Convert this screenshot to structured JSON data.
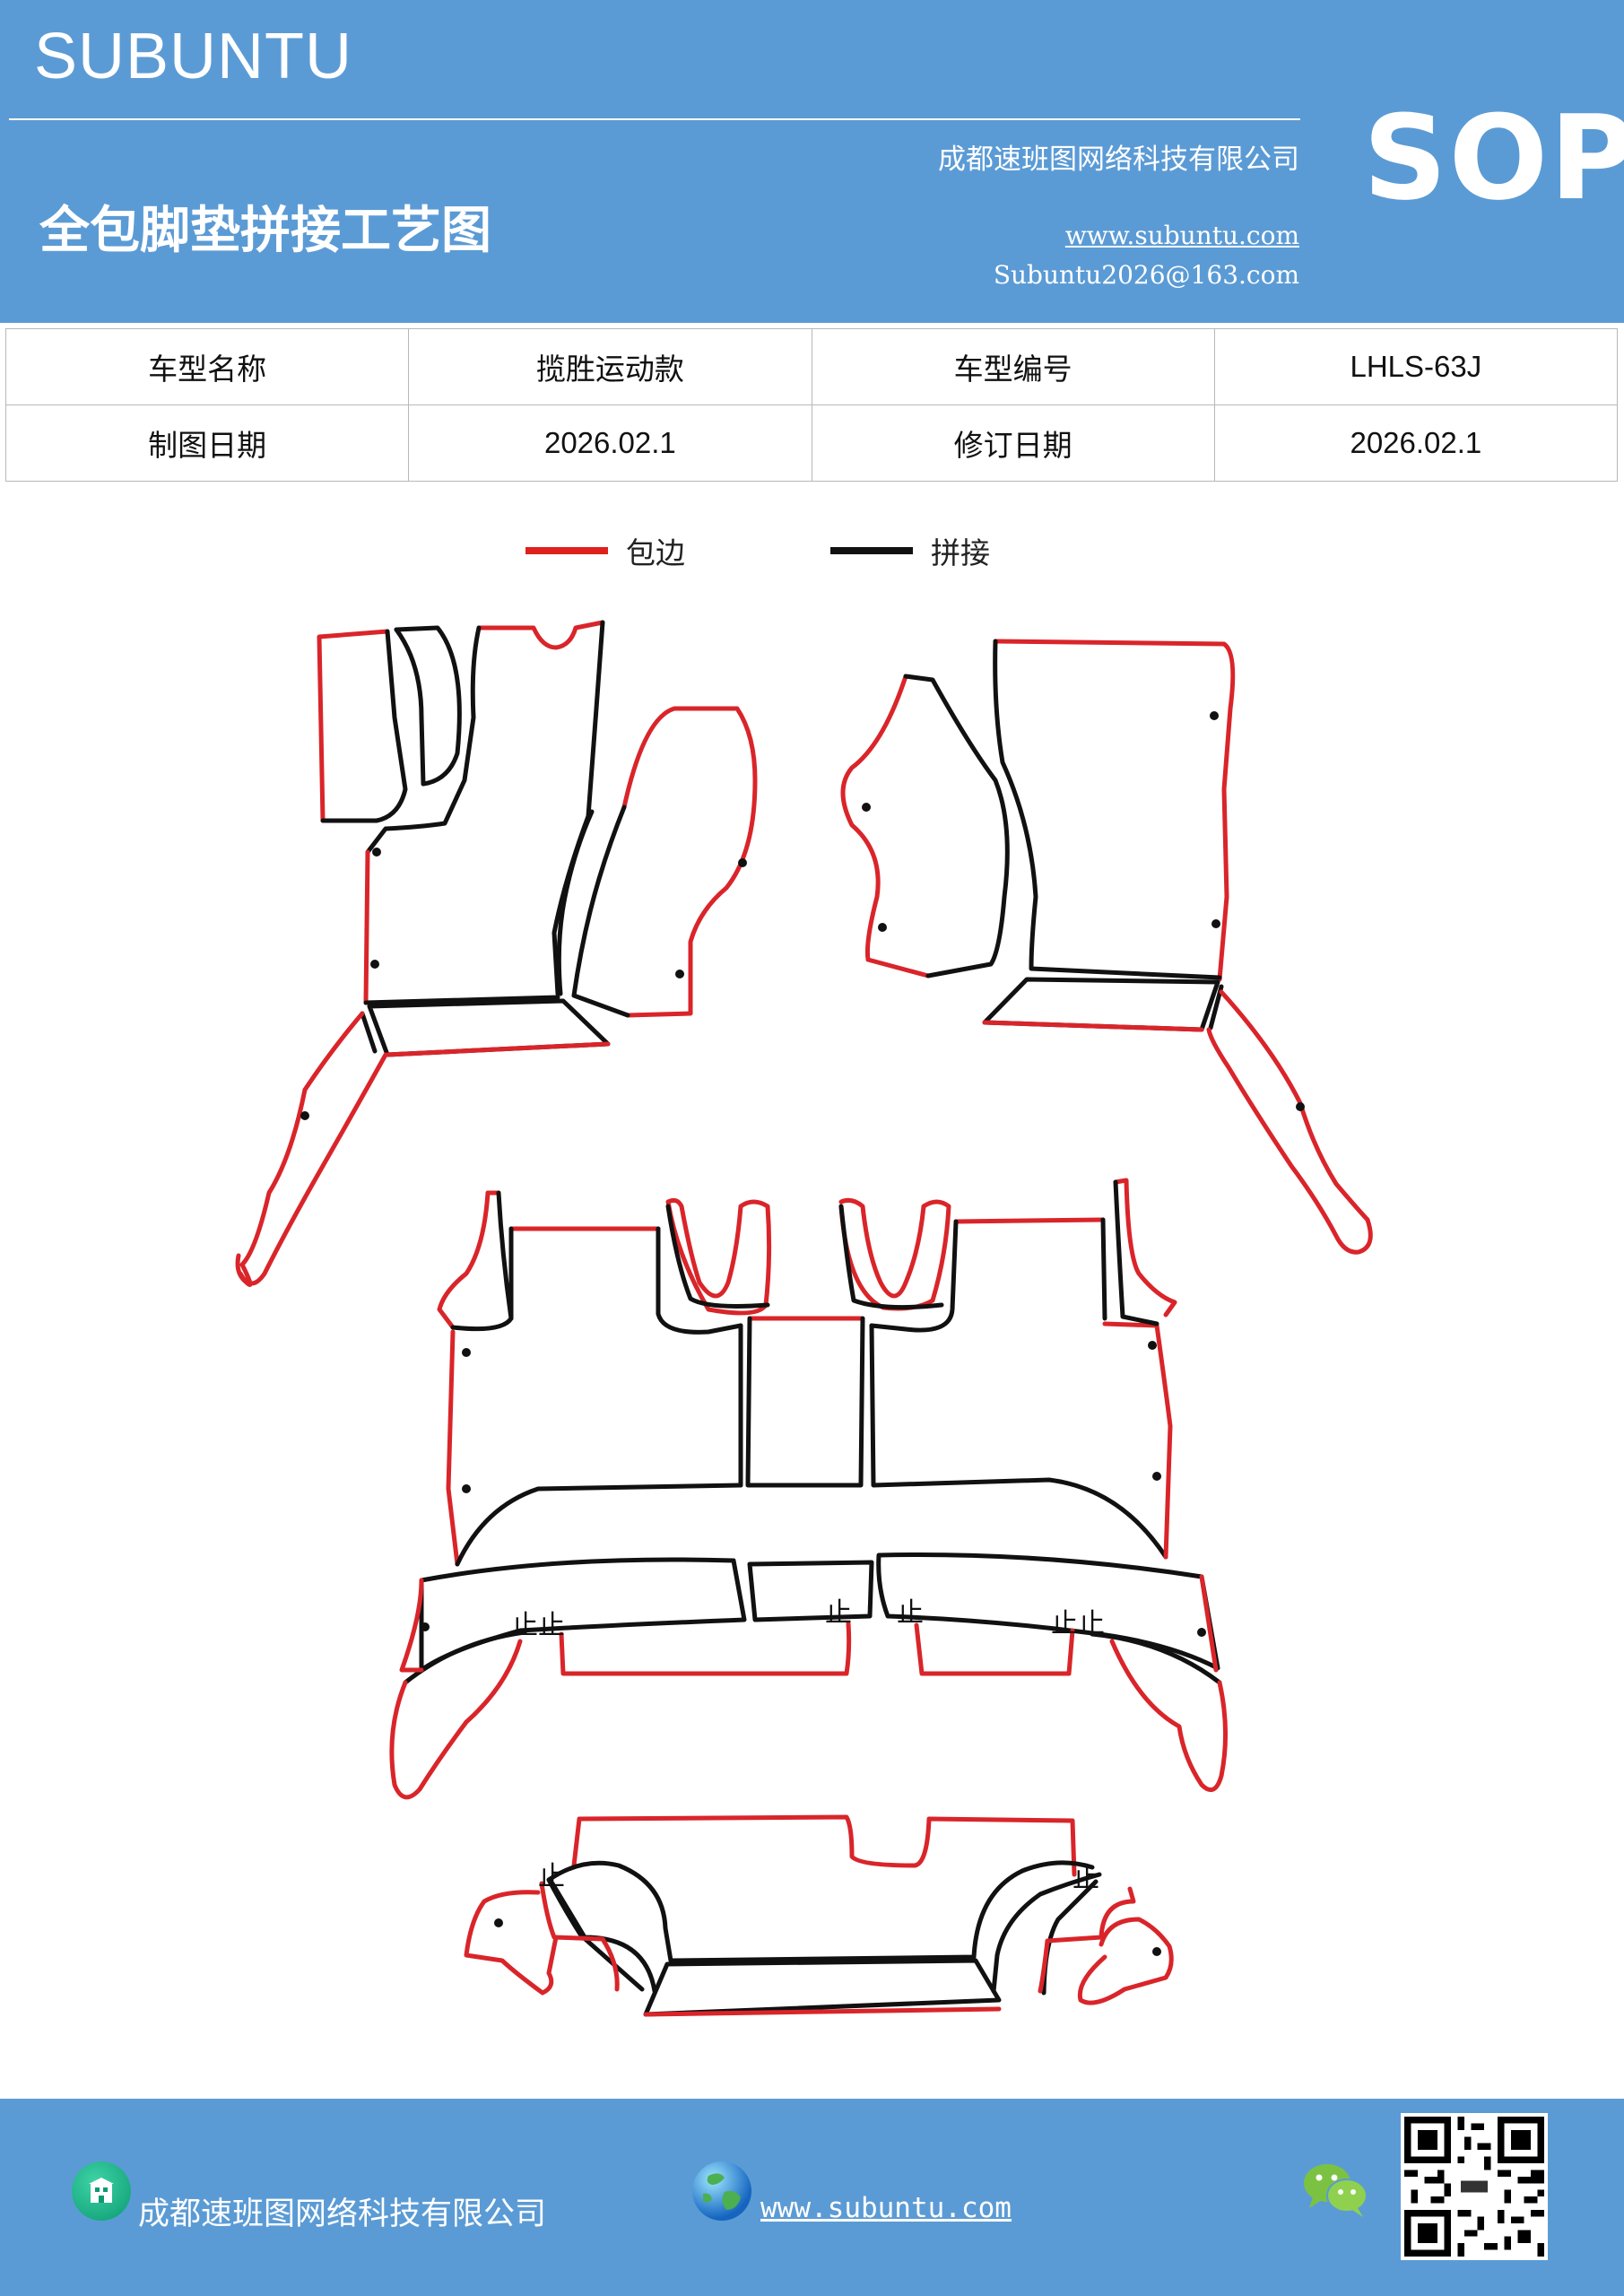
{
  "header": {
    "brand": "SUBUNTU",
    "company": "成都速班图网络科技有限公司",
    "title": "全包脚垫拼接工艺图",
    "website": "www.subuntu.com",
    "email": "Subuntu2026@163.com",
    "badge": "SOP"
  },
  "info_table": {
    "rows": [
      {
        "label1": "车型名称",
        "value1": "揽胜运动款",
        "label2": "车型编号",
        "value2": "LHLS-63J"
      },
      {
        "label1": "制图日期",
        "value1": "2026.02.1",
        "label2": "修订日期",
        "value2": "2026.02.1"
      }
    ]
  },
  "legend": {
    "items": [
      {
        "label": "包边",
        "color": "#e0201c"
      },
      {
        "label": "拼接",
        "color": "#111111"
      }
    ]
  },
  "colors": {
    "header_bg": "#5b9bd5",
    "edge": "#d9252a",
    "seam": "#111111"
  },
  "footer": {
    "company": "成都速班图网络科技有限公司",
    "website": "www.subuntu.com",
    "icons": [
      "building-icon",
      "globe-icon",
      "wechat-icon",
      "qr-code"
    ]
  }
}
